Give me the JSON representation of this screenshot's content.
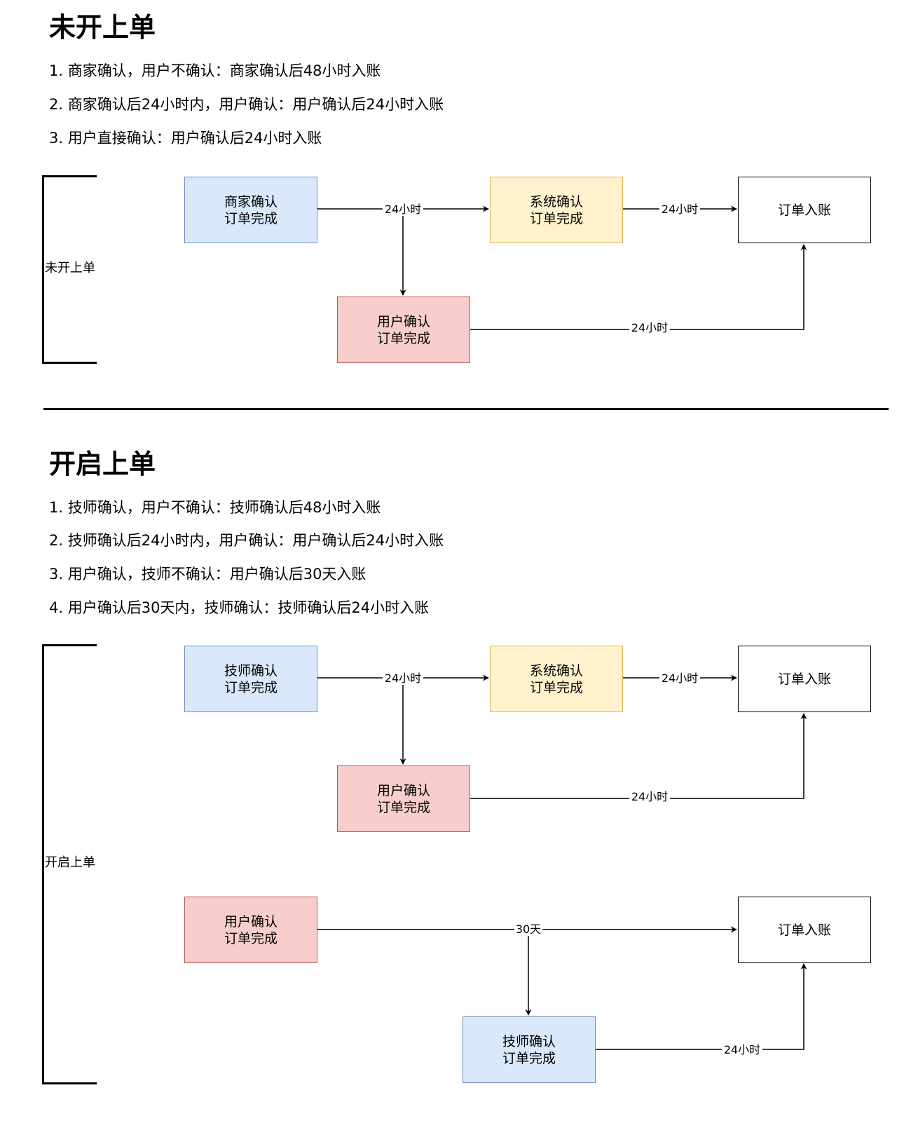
{
  "sections": [
    {
      "title": "未开上单",
      "rules": [
        "1. 商家确认，用户不确认：商家确认后48小时入账",
        "2. 商家确认后24小时内，用户确认：用户确认后24小时入账",
        "3. 用户直接确认：用户确认后24小时入账"
      ],
      "bracket_label": "未开上单",
      "nodes": {
        "merchant_confirm": [
          "商家确认",
          "订单完成"
        ],
        "system_confirm": [
          "系统确认",
          "订单完成"
        ],
        "order_booked": [
          "订单入账"
        ],
        "user_confirm": [
          "用户确认",
          "订单完成"
        ]
      },
      "edge_labels": {
        "merchant_to_system": "24小时",
        "system_to_booked": "24小时",
        "user_to_booked": "24小时"
      }
    },
    {
      "title": "开启上单",
      "rules": [
        "1. 技师确认，用户不确认：技师确认后48小时入账",
        "2. 技师确认后24小时内，用户确认：用户确认后24小时入账",
        "3. 用户确认，技师不确认：用户确认后30天入账",
        "4. 用户确认后30天内，技师确认：技师确认后24小时入账"
      ],
      "bracket_label": "开启上单",
      "nodes": {
        "tech_confirm": [
          "技师确认",
          "订单完成"
        ],
        "system_confirm": [
          "系统确认",
          "订单完成"
        ],
        "order_booked": [
          "订单入账"
        ],
        "user_confirm": [
          "用户确认",
          "订单完成"
        ],
        "user_confirm_2": [
          "用户确认",
          "订单完成"
        ],
        "order_booked_2": [
          "订单入账"
        ],
        "tech_confirm_2": [
          "技师确认",
          "订单完成"
        ]
      },
      "edge_labels": {
        "tech_to_system": "24小时",
        "system_to_booked": "24小时",
        "user_to_booked": "24小时",
        "user2_to_booked2": "30天",
        "tech2_to_booked2": "24小时"
      }
    }
  ]
}
